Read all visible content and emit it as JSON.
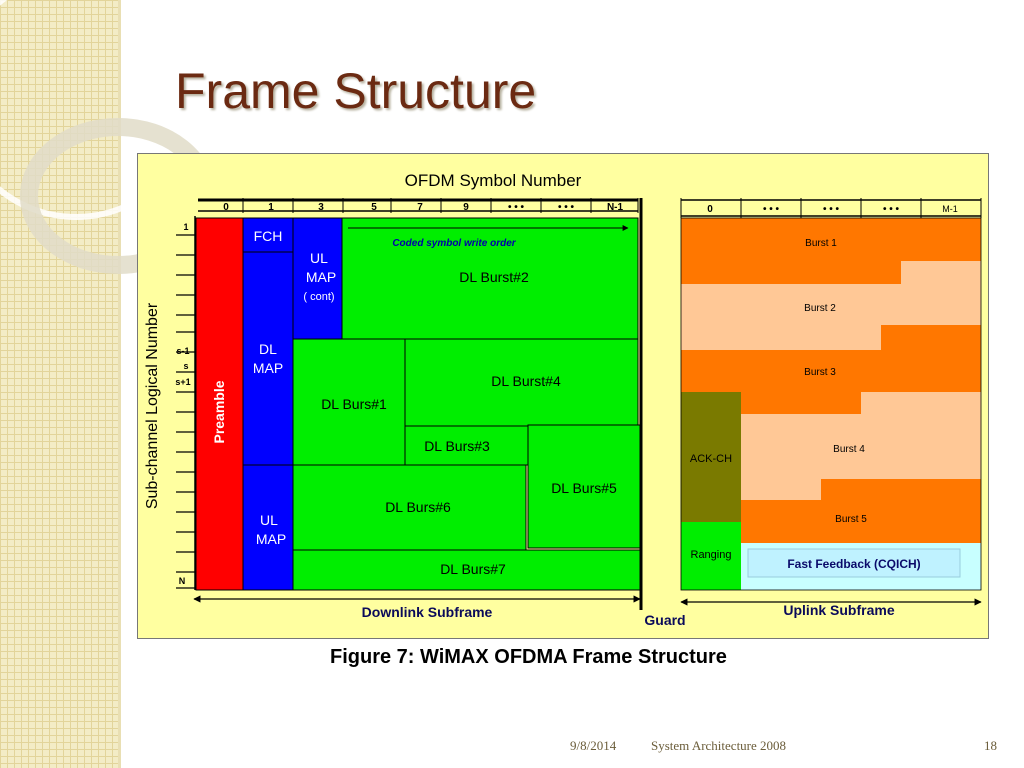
{
  "slide": {
    "title": "Frame Structure",
    "caption": "Figure 7: WiMAX OFDMA Frame Structure",
    "footer": {
      "date": "9/8/2014",
      "center": "System Architecture 2008",
      "page": "18"
    }
  },
  "diagram": {
    "top_label": "OFDM Symbol Number",
    "dl_symbols": [
      "0",
      "1",
      "3",
      "5",
      "7",
      "9",
      "• • •",
      "• • •",
      "N-1"
    ],
    "ul_symbols": [
      "0",
      "• • •",
      "• • •",
      "• • •",
      "M-1"
    ],
    "y_axis_label": "Sub-channel  Logical Number",
    "y_ticks": {
      "one": "1",
      "s_minus_1": "s-1",
      "s": "s",
      "s_plus_1": "s+1",
      "ns": "N"
    },
    "write_order": "Coded symbol write order",
    "blocks": {
      "preamble": "Preamble",
      "fch": "FCH",
      "dl_map": [
        "DL",
        "MAP"
      ],
      "ul_map_top": [
        "UL",
        "MAP",
        "( cont)"
      ],
      "ul_map_bottom": [
        "UL",
        "MAP"
      ],
      "dl_burst_2": "DL Burst#2",
      "dl_burst_1": "DL Burs#1",
      "dl_burst_4": "DL Burst#4",
      "dl_burst_3": "DL Burs#3",
      "dl_burst_5": "DL Burs#5",
      "dl_burst_6": "DL Burs#6",
      "dl_burst_7": "DL Burs#7",
      "ul_burst_1": "Burst 1",
      "ul_burst_2": "Burst 2",
      "ul_burst_3": "Burst 3",
      "ul_burst_4": "Burst 4",
      "ul_burst_5": "Burst 5",
      "ack_ch": "ACK-CH",
      "ranging": "Ranging",
      "fast_feedback": "Fast Feedback (CQICH)"
    },
    "bottom_labels": {
      "downlink": "Downlink Subframe",
      "guard": "Guard",
      "uplink": "Uplink Subframe"
    },
    "colors": {
      "background": "#ffffa0",
      "preamble": "#ff0000",
      "map": "#0000ff",
      "dl_burst": "#00ee00",
      "ul_burst_dark": "#ff7700",
      "ul_burst_light": "#ffc896",
      "ack_ch": "#7a7a00",
      "fast_feedback": "#c8ffff"
    }
  }
}
